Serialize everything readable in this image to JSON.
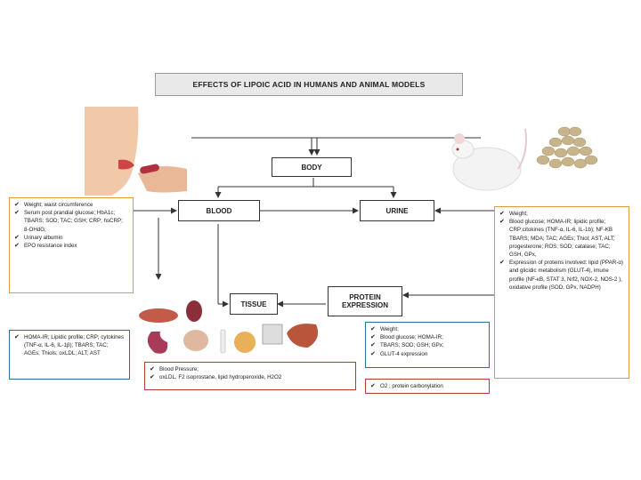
{
  "title": "EFFECTS OF LIPOIC ACID IN HUMANS AND ANIMAL MODELS",
  "nodes": {
    "body": "BODY",
    "blood": "BLOOD",
    "urine": "URINE",
    "tissue": "TISSUE",
    "protein_expression": "PROTEIN EXPRESSION"
  },
  "panels": {
    "human_blood": [
      "Weight; waist circumference",
      "Serum post prandial glucose; HbA1c; TBARS; SOD; TAC; GSH; CRP; hsCRP; 8-OHdG;",
      "Urinary albumin",
      "EPO resistance index"
    ],
    "human_tissue": [
      "HOMA-IR; Lipidic profile; CRP; cytokines (TNF-α, IL-6, IL-1β); TBARS; TAC; AGEs; Thiols; oxLDL; ALT; AST"
    ],
    "blood_pressure": [
      "Blood Pressure;",
      "oxLDL, F2 isoprostane, lipid hydroperoxide, H2O2"
    ],
    "protein_panel": [
      "Weight;",
      "Blood glucose; HOMA-IR;",
      "TBARS; SOD; GSH; GPx;",
      "GLUT-4 expression"
    ],
    "o2_panel": [
      "O2 ; protein carbonylation"
    ],
    "animal_panel": [
      "Weight;",
      "Blood glucose; HOMA-IR; lipidic profile; CRP;citokines (TNF-α, IL-6, IL-1b); NF-KB TBARS; MDA; TAC; AGEs; Thiol; AST, ALT; progesterone; ROS; SOD; catalase; TAC; GSH, GPx,",
      "Expression of proteins involved: lipid (PPAR-α) and glicidic metabolism (GLUT-4), imune profile (NF-κB, STAT 3, Nrf2, NOX-2, NOS-2 ), oxidative profile (SOD, GPx, NADPH)"
    ]
  },
  "colors": {
    "orange": "#e39a3a",
    "blue": "#2f6f8c",
    "red": "#b43a3a"
  }
}
